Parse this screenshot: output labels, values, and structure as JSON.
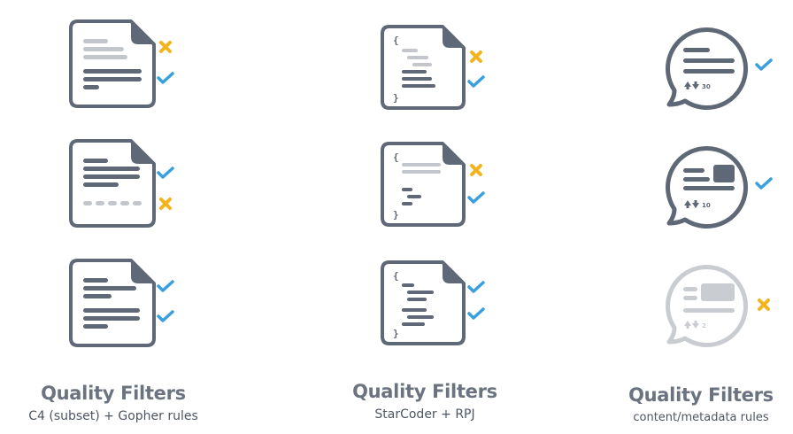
{
  "colors": {
    "dark": "#5f6877",
    "light": "#c3c7cc",
    "faded": "#c9ccd1",
    "check": "#3aa0dd",
    "cross": "#f3b41e"
  },
  "columns": [
    {
      "title": "Quality Filters",
      "subtitle": "C4 (subset) + Gopher rules",
      "icons": [
        {
          "kind": "document",
          "marks": [
            "cross-icon",
            "check-icon"
          ]
        },
        {
          "kind": "document",
          "marks": [
            "check-icon",
            "cross-icon"
          ]
        },
        {
          "kind": "document",
          "marks": [
            "check-icon",
            "check-icon"
          ]
        }
      ]
    },
    {
      "title": "Quality Filters",
      "subtitle": "StarCoder + RPJ",
      "icons": [
        {
          "kind": "code-file",
          "marks": [
            "cross-icon",
            "check-icon"
          ]
        },
        {
          "kind": "code-file",
          "marks": [
            "cross-icon",
            "check-icon"
          ]
        },
        {
          "kind": "code-file",
          "marks": [
            "check-icon",
            "check-icon"
          ]
        }
      ]
    },
    {
      "title": "Quality Filters",
      "subtitle": "content/metadata rules",
      "icons": [
        {
          "kind": "chat-bubble",
          "votes": "30",
          "marks": [
            "check-icon"
          ]
        },
        {
          "kind": "chat-bubble",
          "votes": "10",
          "marks": [
            "check-icon"
          ]
        },
        {
          "kind": "chat-bubble",
          "votes": "2",
          "marks": [
            "cross-icon"
          ]
        }
      ]
    }
  ]
}
